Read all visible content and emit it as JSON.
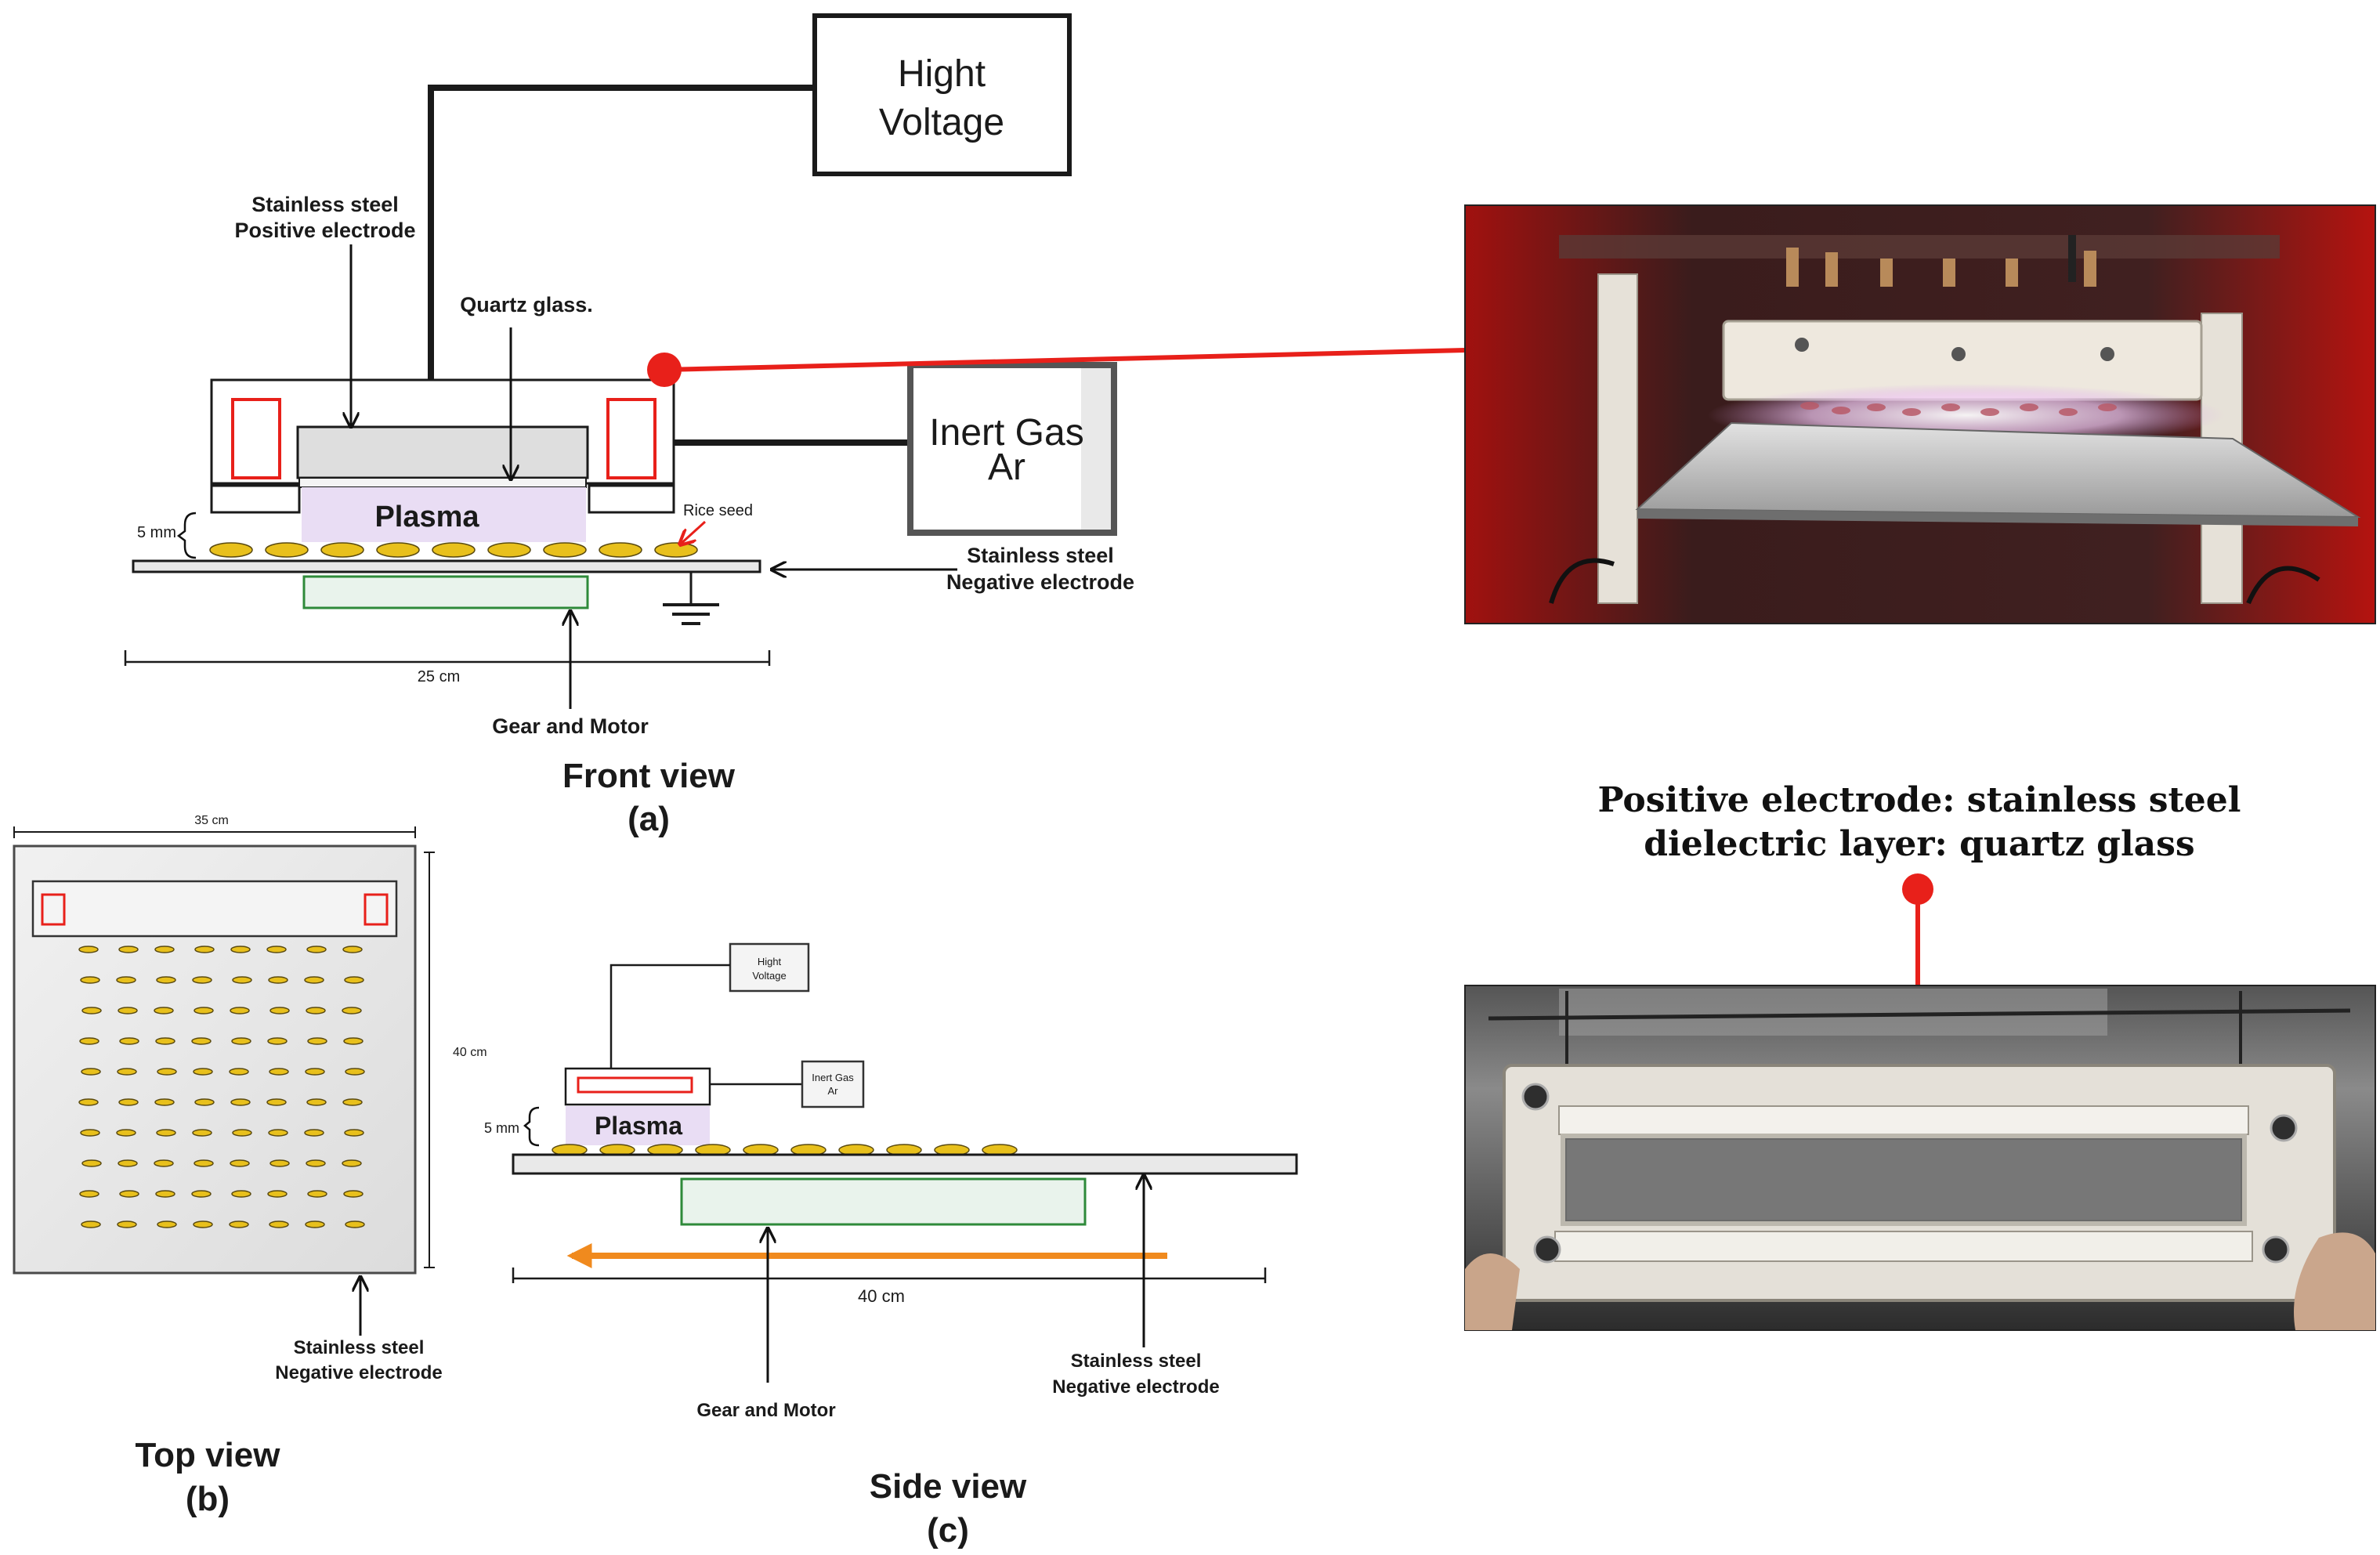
{
  "front_view": {
    "high_voltage": [
      "Hight",
      "Voltage"
    ],
    "inert_gas": [
      "Inert Gas",
      "Ar"
    ],
    "positive_electrode": [
      "Stainless steel",
      "Positive electrode"
    ],
    "quartz": "Quartz glass.",
    "plasma": "Plasma",
    "rice_seed": "Rice seed",
    "gap": "5 mm",
    "negative_electrode": [
      "Stainless steel",
      "Negative electrode"
    ],
    "width": "25 cm",
    "gear_motor": "Gear and Motor",
    "caption_title": "Front view",
    "caption_letter": "(a)"
  },
  "top_view": {
    "width": "35 cm",
    "height": "40 cm",
    "negative_electrode": [
      "Stainless steel",
      "Negative electrode"
    ],
    "caption_title": "Top view",
    "caption_letter": "(b)",
    "seed_rows": 10,
    "seed_cols": 8
  },
  "side_view": {
    "high_voltage": [
      "Hight",
      "Voltage"
    ],
    "inert_gas": [
      "Inert Gas",
      "Ar"
    ],
    "plasma": "Plasma",
    "gap": "5 mm",
    "length": "40 cm",
    "gear_motor": "Gear and Motor",
    "negative_electrode": [
      "Stainless steel",
      "Negative electrode"
    ],
    "caption_title": "Side view",
    "caption_letter": "(c)"
  },
  "photo_caption": [
    "Positive electrode: stainless steel",
    "dielectric layer: quartz glass"
  ],
  "colors": {
    "red_marker": "#e8201a",
    "plasma": "#e9ddf4",
    "green_box": "#2e8a3a",
    "seed": "#e8c01c",
    "orange_arrow": "#f08a1e"
  }
}
